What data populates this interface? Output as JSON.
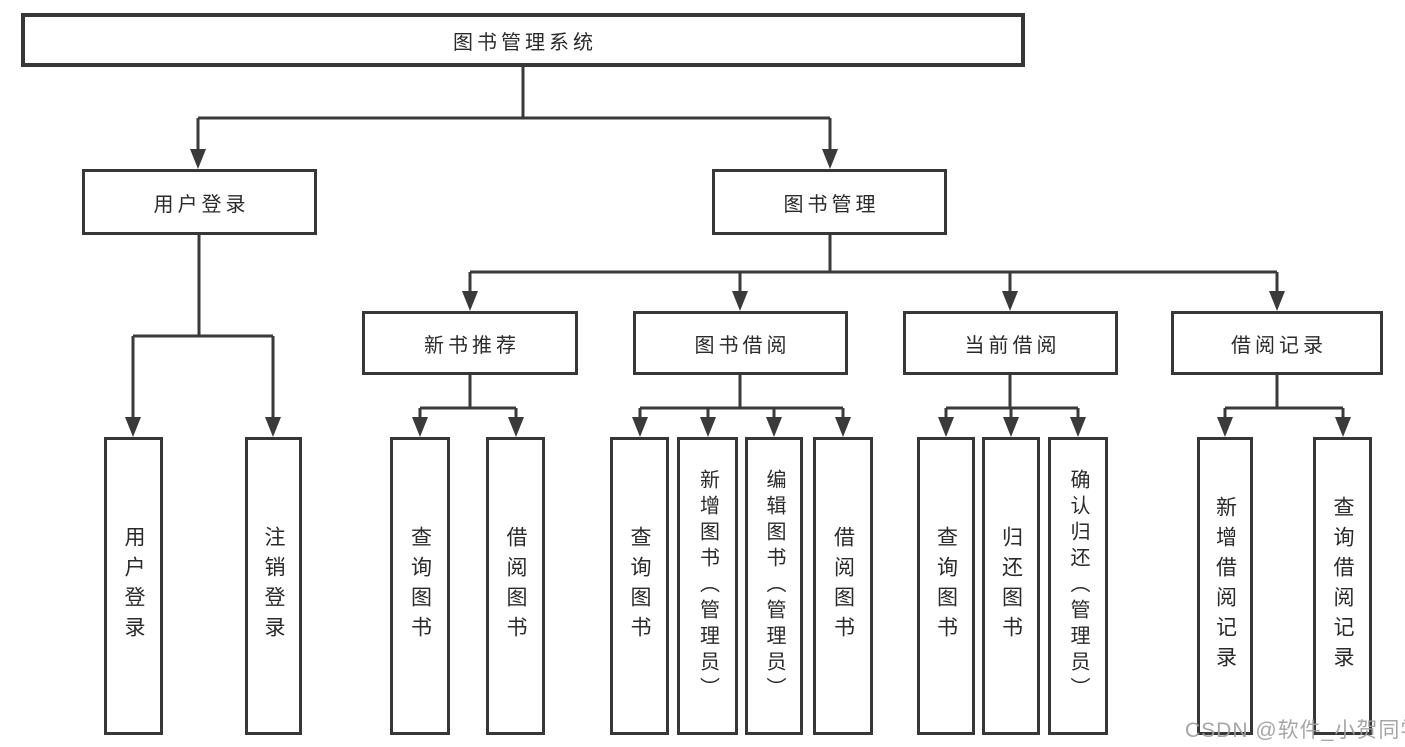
{
  "diagram": {
    "type": "hierarchy-tree",
    "title": "图书管理系统",
    "watermark": "CSDN @软件_小贺同学",
    "colors": {
      "background": "#ffffff",
      "line": "#3a3a3a",
      "box_border": "#373737",
      "text": "#2a2a2a",
      "watermark": "#9e9e9e"
    },
    "tree": {
      "label": "图书管理系统",
      "children": [
        {
          "label": "用户登录",
          "children": [
            {
              "label": "用户登录"
            },
            {
              "label": "注销登录"
            }
          ]
        },
        {
          "label": "图书管理",
          "children": [
            {
              "label": "新书推荐",
              "children": [
                {
                  "label": "查询图书"
                },
                {
                  "label": "借阅图书"
                }
              ]
            },
            {
              "label": "图书借阅",
              "children": [
                {
                  "label": "查询图书"
                },
                {
                  "label": "新增图书（管理员）"
                },
                {
                  "label": "编辑图书（管理员）"
                },
                {
                  "label": "借阅图书"
                }
              ]
            },
            {
              "label": "当前借阅",
              "children": [
                {
                  "label": "查询图书"
                },
                {
                  "label": "归还图书"
                },
                {
                  "label": "确认归还（管理员）"
                }
              ]
            },
            {
              "label": "借阅记录",
              "children": [
                {
                  "label": "新增借阅记录"
                },
                {
                  "label": "查询借阅记录"
                }
              ]
            }
          ]
        }
      ]
    }
  }
}
